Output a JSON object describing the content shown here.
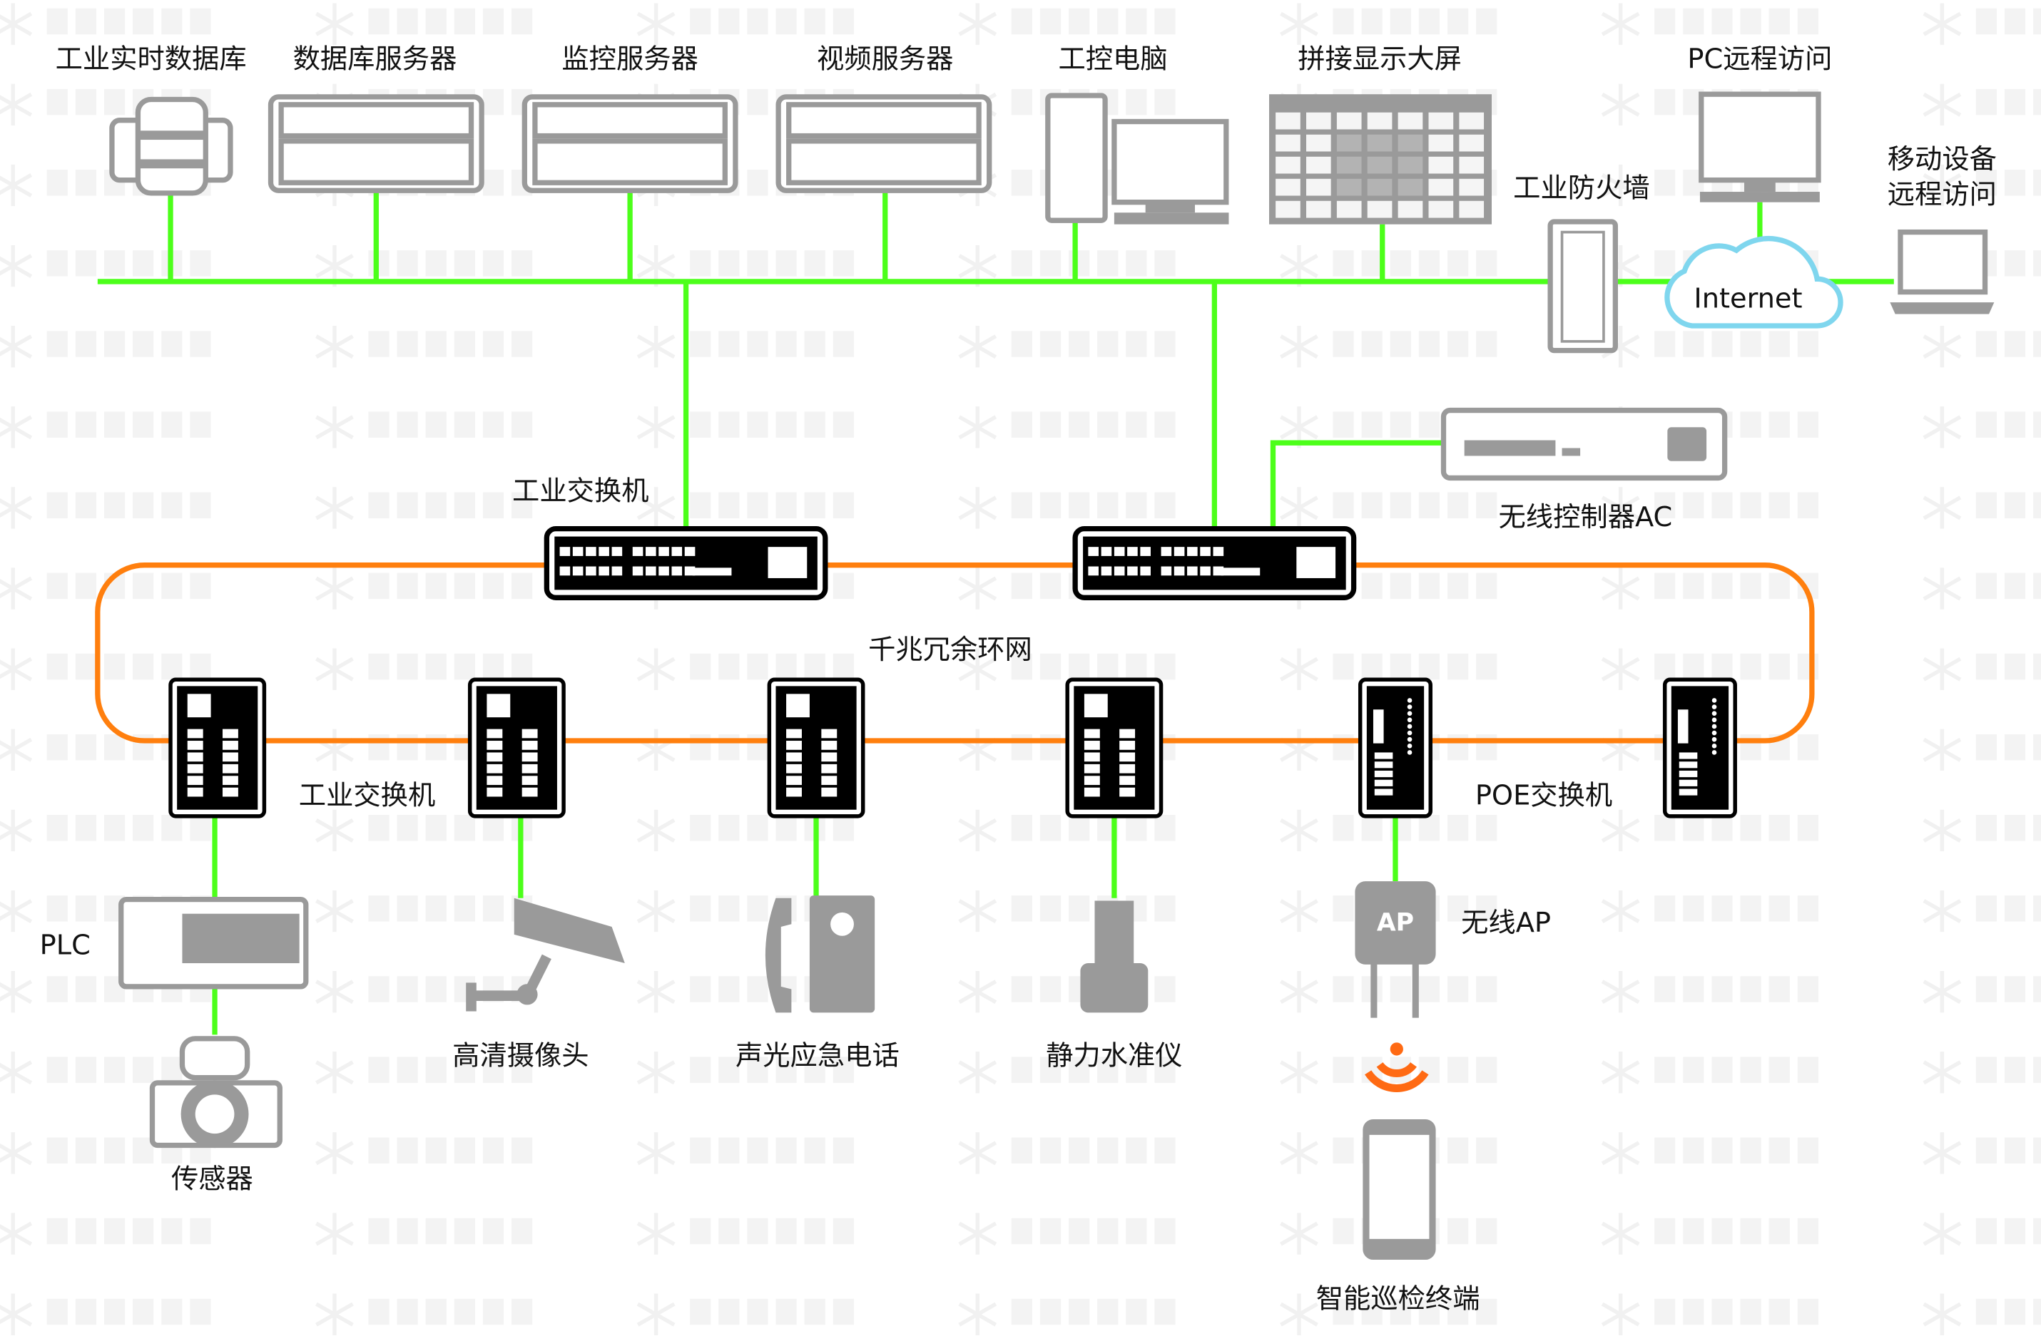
{
  "watermark": "RIGSYS",
  "colors": {
    "ethernet": "#4cff1a",
    "ring": "#ff7f0e",
    "device": "#9a9a9a",
    "switch": "#000000",
    "cloud": "#7fd6ee"
  },
  "top_devices": {
    "realtime_db": "工业实时数据库",
    "db_server": "数据库服务器",
    "monitor_server": "监控服务器",
    "video_server": "视频服务器",
    "ipc": "工控电脑",
    "video_wall": "拼接显示大屏",
    "pc_remote": "PC远程访问",
    "firewall": "工业防火墙",
    "internet": "Internet",
    "mobile_remote_1": "移动设备",
    "mobile_remote_2": "远程访问"
  },
  "core": {
    "switch_label": "工业交换机",
    "wireless_controller": "无线控制器AC",
    "ring_label": "千兆冗余环网"
  },
  "ring": {
    "switch_label": "工业交换机",
    "poe_label": "POE交换机"
  },
  "field_devices": {
    "plc": "PLC",
    "sensor": "传感器",
    "camera": "高清摄像头",
    "emergency_phone": "声光应急电话",
    "level_gauge": "静力水准仪",
    "ap_badge": "AP",
    "wireless_ap": "无线AP",
    "terminal": "智能巡检终端"
  }
}
